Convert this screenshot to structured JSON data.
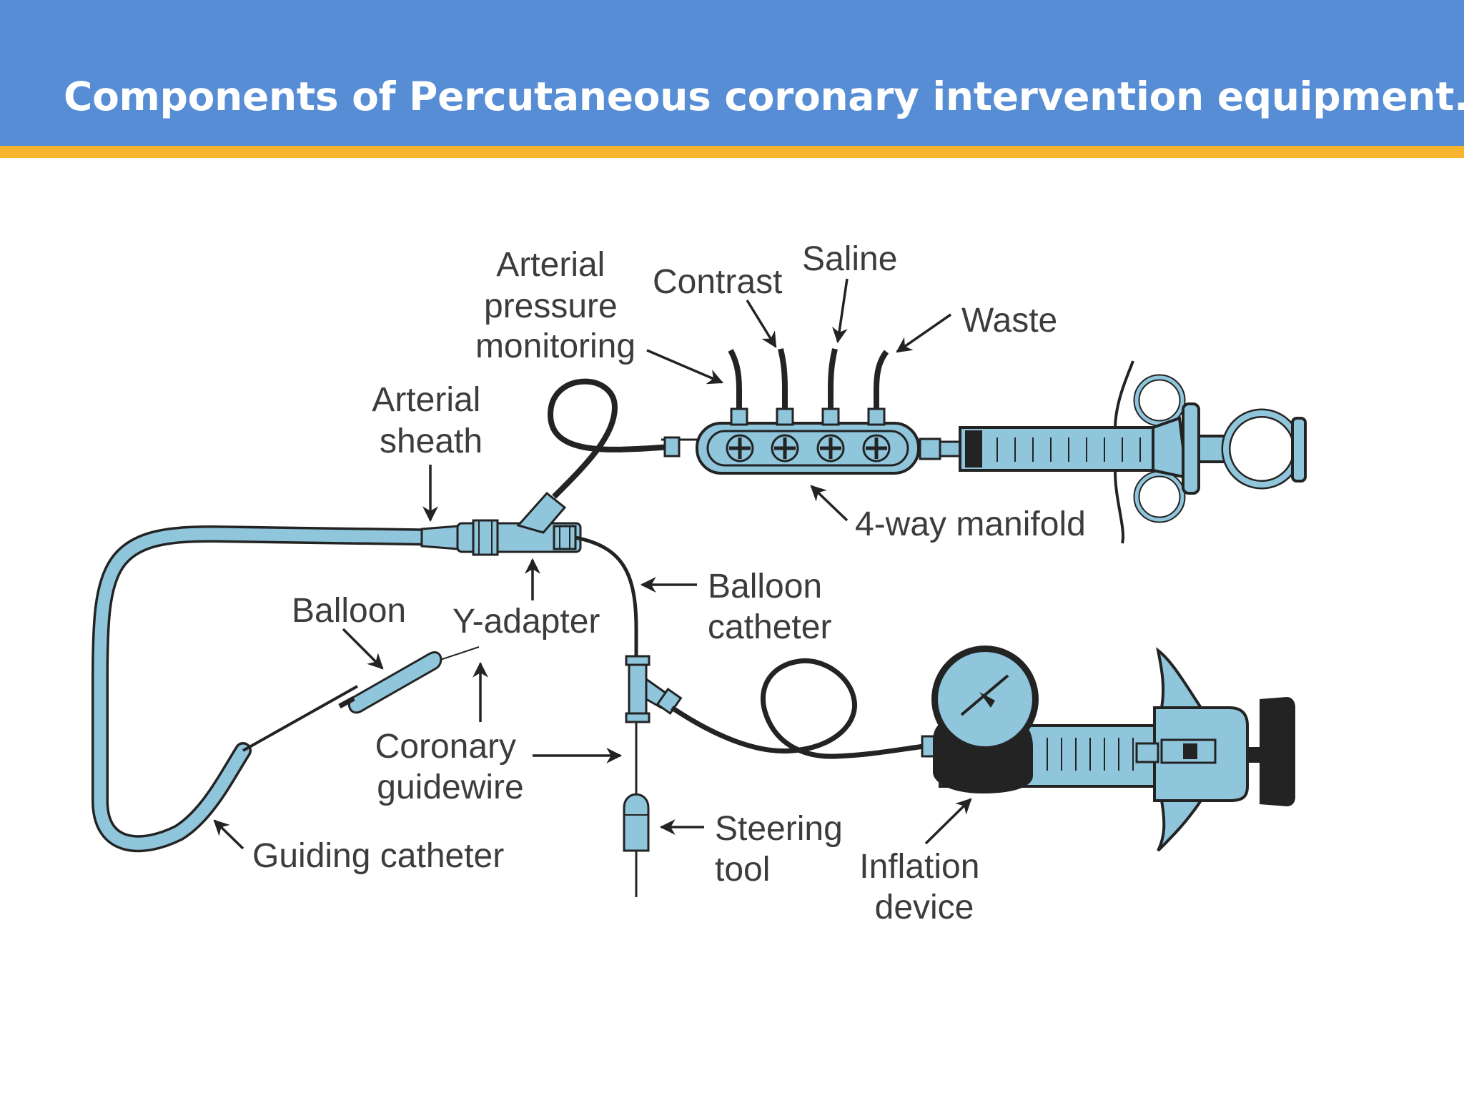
{
  "slide": {
    "title": "Components of Percutaneous coronary intervention equipment."
  },
  "colors": {
    "header_bg": "#568dd4",
    "header_rule": "#f7b42c",
    "title_text": "#ffffff",
    "device_fill": "#8fc6dc",
    "device_stroke": "#232323",
    "label_text": "#3c3c3c"
  },
  "labels": {
    "arterial_pressure_monitoring": [
      "Arterial",
      "pressure",
      "monitoring"
    ],
    "contrast": "Contrast",
    "saline": "Saline",
    "waste": "Waste",
    "arterial_sheath": [
      "Arterial",
      "sheath"
    ],
    "four_way_manifold": "4-way manifold",
    "balloon": "Balloon",
    "y_adapter": "Y-adapter",
    "balloon_catheter": [
      "Balloon",
      "catheter"
    ],
    "coronary_guidewire": [
      "Coronary",
      "guidewire"
    ],
    "steering_tool": [
      "Steering",
      "tool"
    ],
    "inflation_device": [
      "Inflation",
      "device"
    ],
    "guiding_catheter": "Guiding catheter"
  }
}
